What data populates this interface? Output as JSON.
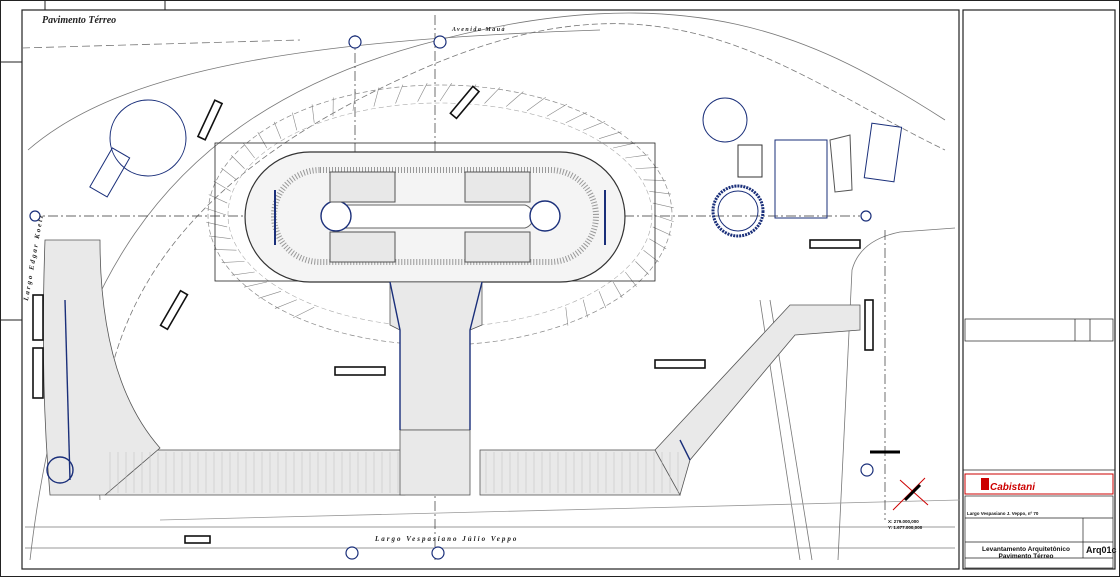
{
  "drawing": {
    "title": "Pavimento Térreo",
    "streets": {
      "top": "Avenida Mauá",
      "bottom": "Largo Vespasiano Júlio Veppo",
      "left": "Largo Edgar Koetz"
    },
    "coordinates": {
      "x": "X: 279.000,000",
      "y": "Y: 1.677.000,000"
    }
  },
  "title_block": {
    "company": "Cabistani",
    "address": "Largo Vespasiano J. Veppo, nº 70",
    "sheet_title_1": "Levantamento Arquitetônico",
    "sheet_title_2": "Pavimento Térreo",
    "sheet_code": "Arq01c"
  },
  "colors": {
    "line": "#555555",
    "blue": "#1a2f7a",
    "red": "#cc0000"
  }
}
